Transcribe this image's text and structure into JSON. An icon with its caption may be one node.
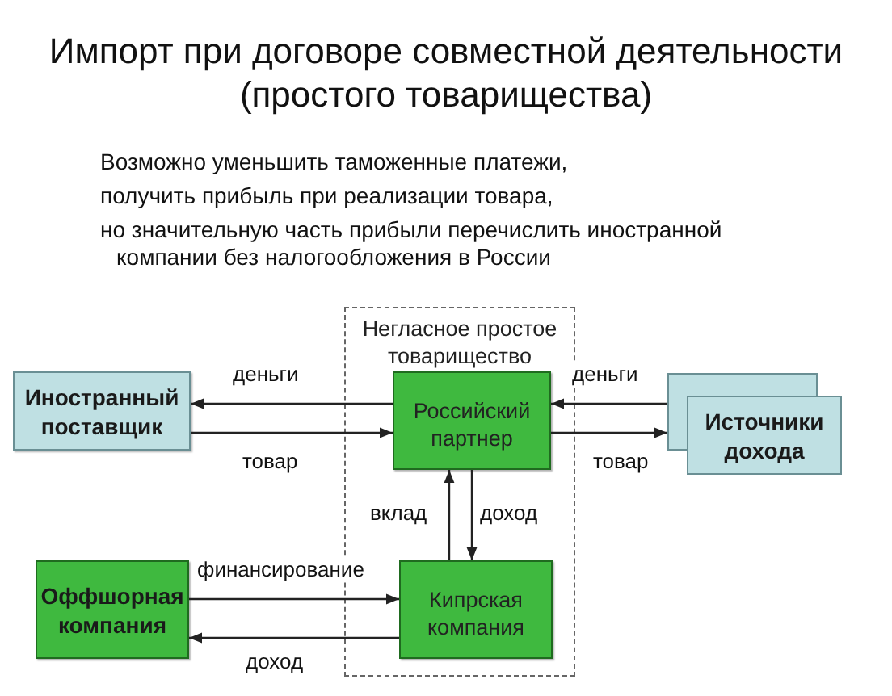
{
  "diagram": {
    "title": "Импорт при договоре совместной деятельности (простого товарищества)",
    "nodes": [
      {
        "text": [
          "Негласное простое товарищество"
        ]
      },
      {
        "text": [
          "Иностранный поставщик"
        ]
      },
      {
        "text": [
          "Российский партнер"
        ],
        "in": 0
      },
      {
        "text": [
          "Источники дохода"
        ]
      },
      {
        "text": [
          "Оффшорная компания"
        ]
      },
      {
        "text": [
          "Кипрская компания"
        ],
        "in": 0
      }
    ],
    "edges": [
      {
        "from": 2,
        "to": 1,
        "arrow": "to",
        "label": "деньги"
      },
      {
        "from": 1,
        "to": 2,
        "arrow": "to",
        "label": "товар"
      },
      {
        "from": 3,
        "to": 2,
        "arrow": "to",
        "label": "деньги"
      },
      {
        "from": 2,
        "to": 3,
        "arrow": "to",
        "label": "товар"
      },
      {
        "from": 5,
        "to": 2,
        "arrow": "to",
        "label": "вклад"
      },
      {
        "from": 2,
        "to": 5,
        "arrow": "to",
        "label": "доход"
      },
      {
        "from": 4,
        "to": 5,
        "arrow": "to",
        "label": "финансирование"
      },
      {
        "from": 5,
        "to": 4,
        "arrow": "to",
        "label": "доход"
      }
    ],
    "labels": [
      "Возможно уменьшить таможенные платежи,",
      "получить прибыль при реализации товара,",
      "но значительную часть прибыли перечислить иностранной компании без налогообложения в России"
    ]
  }
}
